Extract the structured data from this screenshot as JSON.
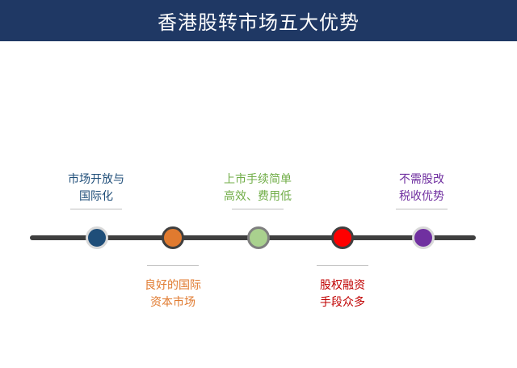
{
  "header": {
    "title": "香港股转市场五大优势"
  },
  "advantages": [
    {
      "line1": "市场开放与",
      "line2": "国际化",
      "color": "#1f4e79",
      "ring": "#d9d9d9"
    },
    {
      "line1": "良好的国际",
      "line2": "资本市场",
      "color": "#e07a2f",
      "ring": "#3f3f3f"
    },
    {
      "line1": "上市手续简单",
      "line2": "高效、费用低",
      "color": "#a9d18e",
      "ring": "#7f7f7f"
    },
    {
      "line1": "股权融资",
      "line2": "手段众多",
      "color": "#ff0000",
      "ring": "#3f3f3f"
    },
    {
      "line1": "不需股改",
      "line2": "税收优势",
      "color": "#7030a0",
      "ring": "#d9d9d9"
    }
  ],
  "caption_colors": [
    "#1f4e79",
    "#e07a2f",
    "#70ad47",
    "#c00000",
    "#7030a0"
  ]
}
